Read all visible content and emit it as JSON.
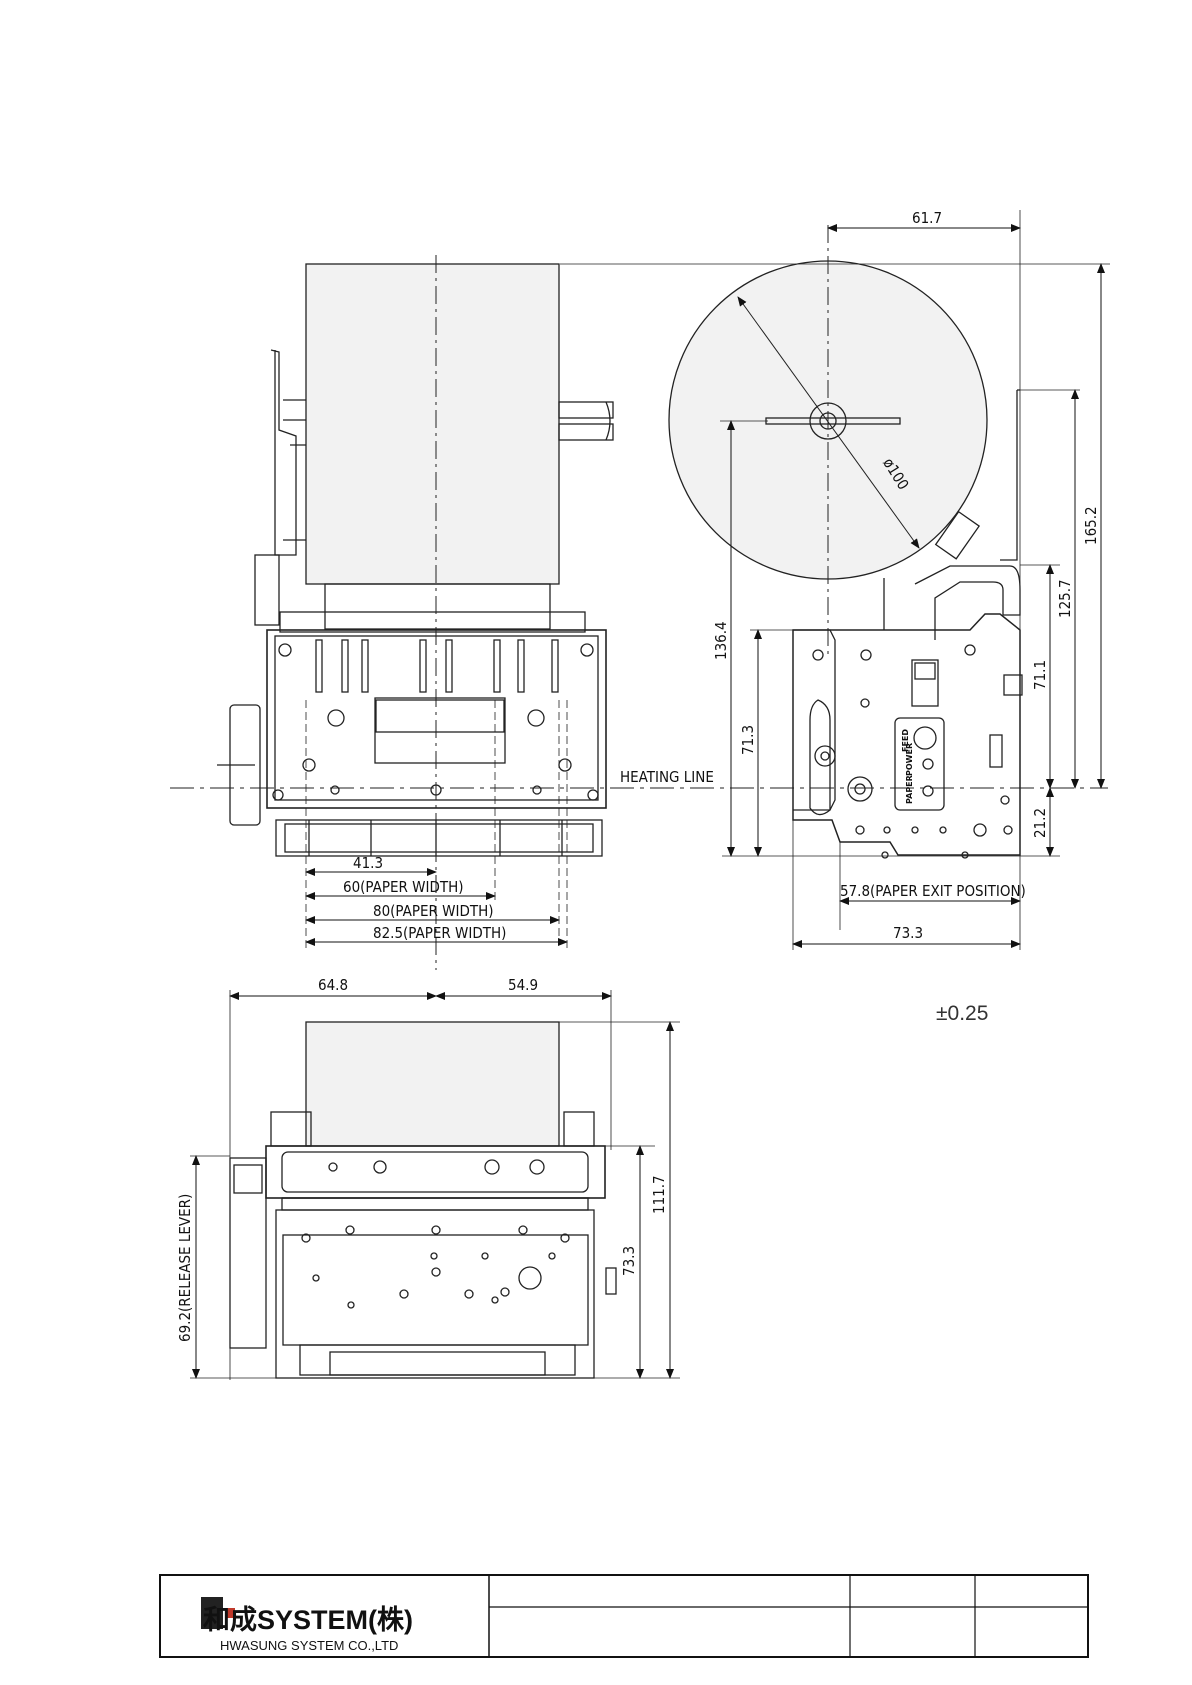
{
  "dimensions": {
    "roll_offset": "61.7",
    "roll_diameter": "ø100",
    "height_total": "165.2",
    "height_roll_axis": "136.4",
    "height_upper": "125.7",
    "height_heat_71_3": "71.3",
    "height_heat_71_1": "71.1",
    "height_lower": "21.2",
    "heating_line": "HEATING LINE",
    "w_41_3": "41.3",
    "paper_60": "60(PAPER WIDTH)",
    "paper_80": "80(PAPER WIDTH)",
    "paper_82_5": "82.5(PAPER WIDTH)",
    "paper_exit": "57.8(PAPER EXIT POSITION)",
    "side_depth": "73.3",
    "left_64_8": "64.8",
    "right_54_9": "54.9",
    "release_lever": "69.2(RELEASE LEVER)",
    "bottom_73_3": "73.3",
    "bottom_111_7": "111.7"
  },
  "panel": {
    "label_feed": "FEED",
    "label_power": "POWER",
    "label_paper": "PAPER"
  },
  "tolerance": "±0.25",
  "title_block": {
    "logo_text": "和成SYSTEM(株)",
    "company": "HWASUNG SYSTEM CO.,LTD"
  }
}
